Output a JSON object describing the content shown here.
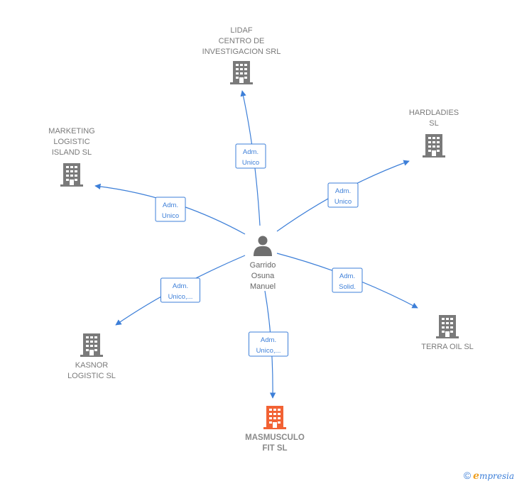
{
  "center": {
    "name_lines": [
      "Garrido",
      "Osuna",
      "Manuel"
    ],
    "icon": "person-icon"
  },
  "companies": [
    {
      "id": "lidaf",
      "label_lines": [
        "LIDAF",
        "CENTRO DE",
        "INVESTIGACION SRL"
      ],
      "icon": "building-icon",
      "color": "#7a7a7a",
      "main": false
    },
    {
      "id": "hardladies",
      "label_lines": [
        "HARDLADIES",
        "SL"
      ],
      "icon": "building-icon",
      "color": "#7a7a7a",
      "main": false
    },
    {
      "id": "marketing",
      "label_lines": [
        "MARKETING",
        "LOGISTIC",
        "ISLAND SL"
      ],
      "icon": "building-icon",
      "color": "#7a7a7a",
      "main": false
    },
    {
      "id": "terra",
      "label_lines": [
        "TERRA OIL  SL"
      ],
      "icon": "building-icon",
      "color": "#7a7a7a",
      "main": false
    },
    {
      "id": "kasnor",
      "label_lines": [
        "KASNOR",
        "LOGISTIC  SL"
      ],
      "icon": "building-icon",
      "color": "#7a7a7a",
      "main": false
    },
    {
      "id": "masmusculo",
      "label_lines": [
        "MASMUSCULO",
        "FIT  SL"
      ],
      "icon": "building-icon",
      "color": "#f26234",
      "main": true
    }
  ],
  "edges": [
    {
      "to": "lidaf",
      "role_lines": [
        "Adm.",
        "Unico"
      ]
    },
    {
      "to": "hardladies",
      "role_lines": [
        "Adm.",
        "Unico"
      ]
    },
    {
      "to": "marketing",
      "role_lines": [
        "Adm.",
        "Unico"
      ]
    },
    {
      "to": "terra",
      "role_lines": [
        "Adm.",
        "Solid."
      ]
    },
    {
      "to": "kasnor",
      "role_lines": [
        "Adm.",
        "Unico,..."
      ]
    },
    {
      "to": "masmusculo",
      "role_lines": [
        "Adm.",
        "Unico,..."
      ]
    }
  ],
  "colors": {
    "edge": "#3d7fd8",
    "building": "#7a7a7a",
    "highlight": "#f26234",
    "person": "#6e6e6e"
  },
  "footer": {
    "copyright": "©",
    "brand_initial": "e",
    "brand_rest": "mpresia"
  }
}
